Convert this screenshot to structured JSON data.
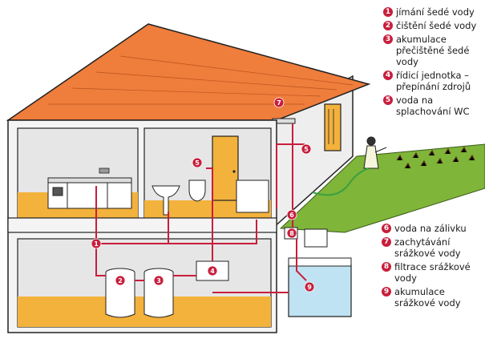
{
  "legend": {
    "items": [
      {
        "num": "1",
        "text": "jímání šedé vody"
      },
      {
        "num": "2",
        "text": "čištění šedé vody"
      },
      {
        "num": "3",
        "text": "akumulace\npřečištěné šedé\nvody"
      },
      {
        "num": "4",
        "text": "řídicí jednotka –\npřepínání zdrojů"
      },
      {
        "num": "5",
        "text": "voda na\nsplachování WC"
      },
      {
        "num": "6",
        "text": "voda na zálivku"
      },
      {
        "num": "7",
        "text": "zachytávání\nsrážkové vody"
      },
      {
        "num": "8",
        "text": "filtrace srážkové\nvody"
      },
      {
        "num": "9",
        "text": "akumulace\nsrážkové vody"
      }
    ]
  },
  "markers": [
    "1",
    "2",
    "3",
    "4",
    "5",
    "5",
    "6",
    "7",
    "8",
    "9"
  ],
  "colors": {
    "pipe": "#c81e3c",
    "roof": "#ef7d3c",
    "floor": "#f2b23c",
    "wall": "#e8e8e8",
    "grass": "#7fb539",
    "water": "#bfe3f2"
  }
}
